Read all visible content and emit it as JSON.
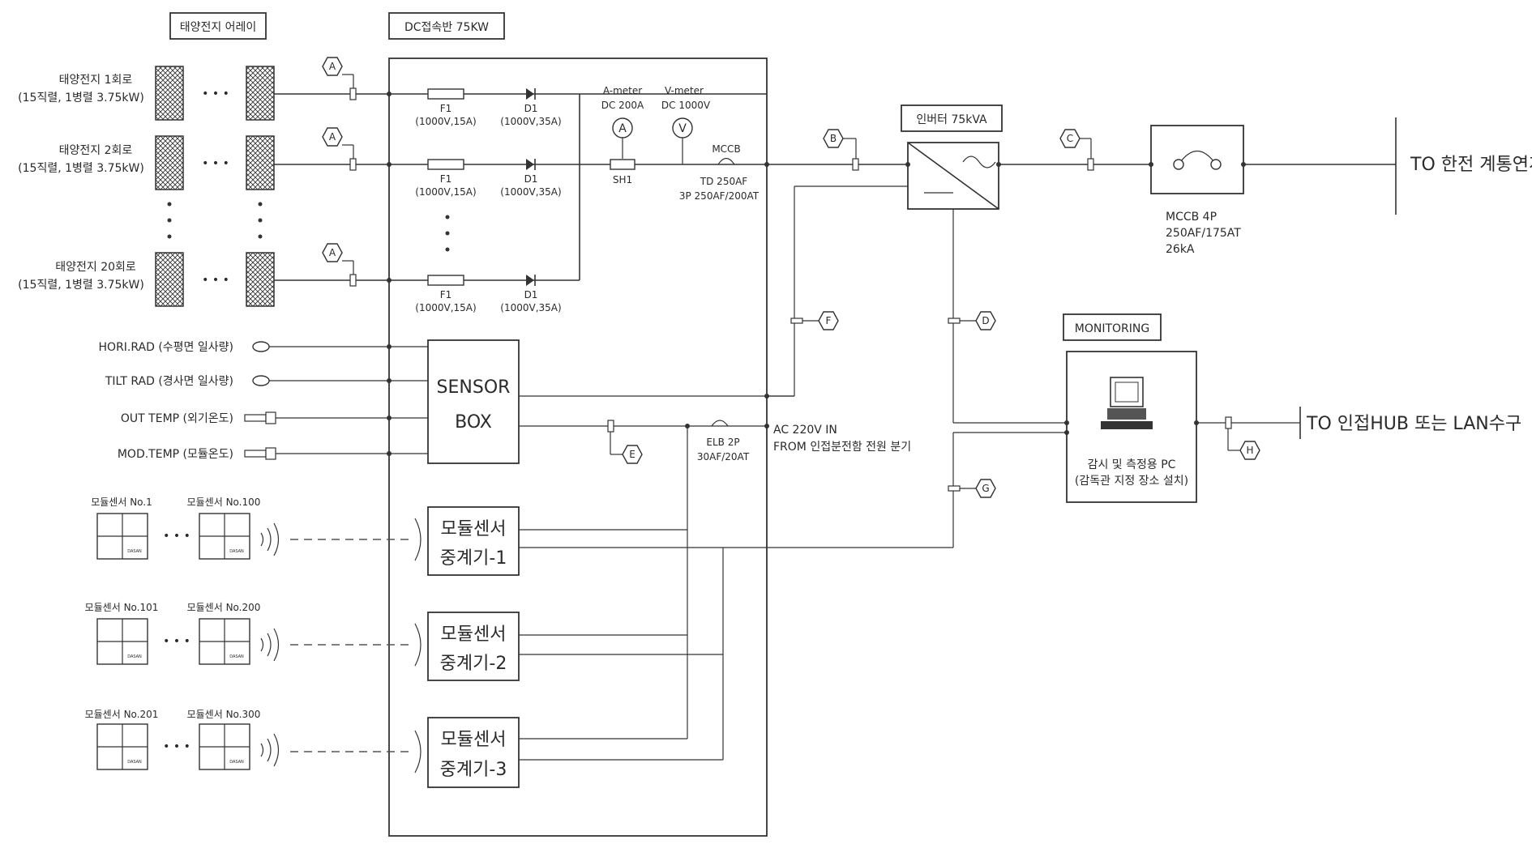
{
  "headers": {
    "pv_array": "태양전지 어레이",
    "dc_panel": "DC접속반 75KW",
    "inverter": "인버터 75kVA",
    "monitoring": "MONITORING"
  },
  "pv_strings": [
    {
      "name": "태양전지 1회로",
      "spec": "(15직렬, 1병렬 3.75kW)"
    },
    {
      "name": "태양전지 2회로",
      "spec": "(15직렬, 1병렬 3.75kW)"
    },
    {
      "name": "태양전지 20회로",
      "spec": "(15직렬, 1병렬 3.75kW)"
    }
  ],
  "fuse": {
    "name": "F1",
    "rating": "(1000V,15A)"
  },
  "diode": {
    "name": "D1",
    "rating": "(1000V,35A)"
  },
  "ameter": {
    "name": "A-meter",
    "rating": "DC 200A",
    "symbol": "A"
  },
  "vmeter": {
    "name": "V-meter",
    "rating": "DC 1000V",
    "symbol": "V"
  },
  "shunt": "SH1",
  "mccb_dc": {
    "name": "MCCB",
    "line1": "TD 250AF",
    "line2": "3P 250AF/200AT"
  },
  "mccb_ac": {
    "line1": "MCCB 4P",
    "line2": "250AF/175AT",
    "line3": "26kA"
  },
  "grid_label": "TO 한전 계통연계",
  "lan_label": "TO 인접HUB 또는 LAN수구",
  "sensors": {
    "hori": "HORI.RAD (수평면 일사량)",
    "tilt": "TILT RAD (경사면 일사량)",
    "out": "OUT TEMP (외기온도)",
    "mod": "MOD.TEMP (모듈온도)"
  },
  "sensor_box": {
    "line1": "SENSOR",
    "line2": "BOX"
  },
  "elb": {
    "line1": "ELB 2P",
    "line2": "30AF/20AT"
  },
  "ac_in": {
    "line1": "AC 220V IN",
    "line2": "FROM 인접분전함 전원 분기"
  },
  "pc": {
    "line1": "감시 및 측정용 PC",
    "line2": "(감독관 지정 장소 설치)"
  },
  "module_groups": [
    {
      "first": "모듈센서 No.1",
      "last": "모듈센서 No.100"
    },
    {
      "first": "모듈센서 No.101",
      "last": "모듈센서 No.200"
    },
    {
      "first": "모듈센서 No.201",
      "last": "모듈센서 No.300"
    }
  ],
  "repeaters": [
    {
      "line1": "모듈센서",
      "line2": "중계기-1"
    },
    {
      "line1": "모듈센서",
      "line2": "중계기-2"
    },
    {
      "line1": "모듈센서",
      "line2": "중계기-3"
    }
  ],
  "module_brand": "DASAN",
  "tags": {
    "a": "A",
    "b": "B",
    "c": "C",
    "d": "D",
    "e": "E",
    "f": "F",
    "g": "G",
    "h": "H"
  },
  "ellipsis": "• • •"
}
